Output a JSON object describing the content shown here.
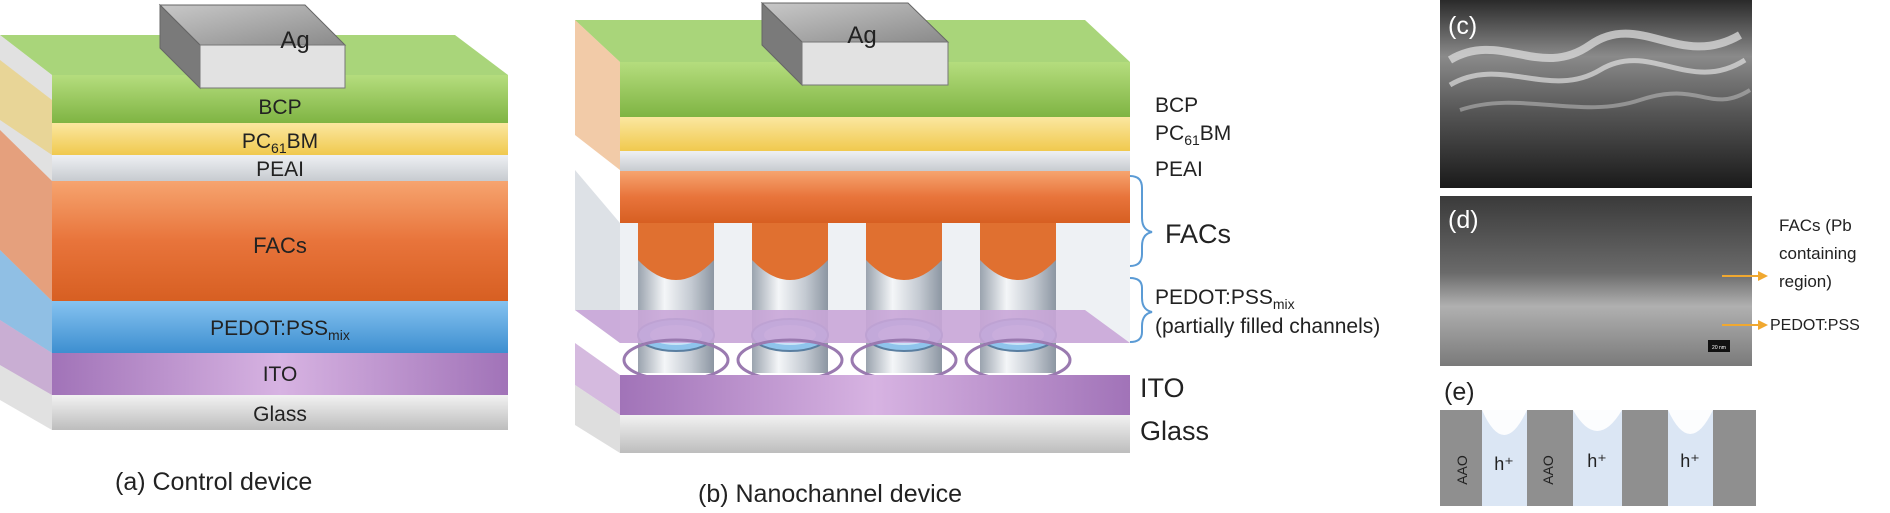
{
  "panel_a": {
    "caption": "(a)  Control device",
    "electrode": "Ag",
    "layers": {
      "bcp": "BCP",
      "pcbm_main": "PC",
      "pcbm_sub": "61",
      "pcbm_tail": "BM",
      "peai": "PEAI",
      "facs": "FACs",
      "pedot_main": "PEDOT:PSS",
      "pedot_sub": "mix",
      "ito": "ITO",
      "glass": "Glass"
    }
  },
  "panel_b": {
    "caption": "(b)  Nanochannel device",
    "electrode": "Ag",
    "labels": {
      "bcp": "BCP",
      "pcbm_main": "PC",
      "pcbm_sub": "61",
      "pcbm_tail": "BM",
      "peai": "PEAI",
      "facs": "FACs",
      "pedot_main": "PEDOT:PSS",
      "pedot_sub": "mix",
      "pedot_note": "(partially filled channels)",
      "ito": "ITO",
      "glass": "Glass"
    }
  },
  "panel_c": {
    "tag": "(c)"
  },
  "panel_d": {
    "tag": "(d)",
    "annotation_facs_line1": "FACs (Pb",
    "annotation_facs_line2": "containing",
    "annotation_facs_line3": "region)",
    "annotation_pedot": "PEDOT:PSS",
    "scale_bar": "20 nm"
  },
  "panel_e": {
    "tag": "(e)",
    "walls": [
      "AAO",
      "AAO"
    ],
    "carriers": [
      "h⁺",
      "h⁺",
      "h⁺"
    ]
  },
  "colors": {
    "bcp": "#8cc152",
    "pcbm": "#f5d76e",
    "peai": "#d9dce0",
    "facs": "#e8743b",
    "pedot": "#5aa9e6",
    "ito": "#b98cc9",
    "glass": "#d0d0d0",
    "ag": "#9e9e9e",
    "arrow": "#f0a830"
  }
}
